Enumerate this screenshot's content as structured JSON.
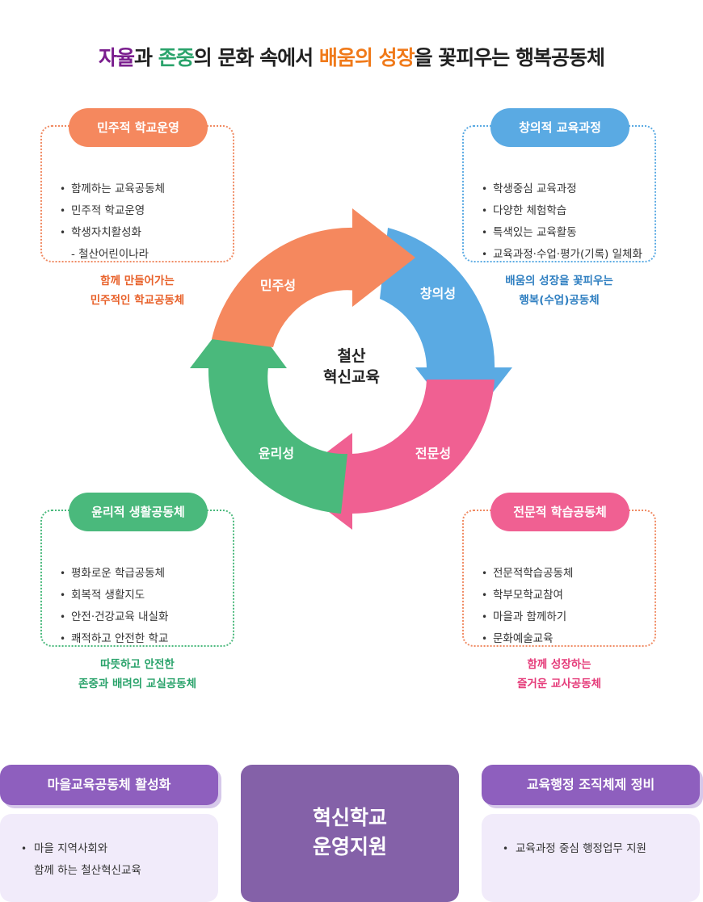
{
  "title": {
    "part1": "자율",
    "part2": "과 ",
    "part3": "존중",
    "part4": "의 문화 속에서 ",
    "part5": "배움의 성장",
    "part6": "을 꽃피우는 행복공동체"
  },
  "colors": {
    "orange": "#f5885e",
    "blue": "#5aaae3",
    "pink": "#f06092",
    "green": "#4ab97c",
    "purple": "#8e5fbe",
    "title_purple": "#7a1e8e",
    "title_green": "#2aa36b",
    "title_orange": "#f07a1a"
  },
  "center": {
    "line1": "철산",
    "line2": "혁신교육"
  },
  "arcs": {
    "orange": "민주성",
    "blue": "창의성",
    "pink": "전문성",
    "green": "윤리성"
  },
  "cards": {
    "top_left": {
      "title": "민주적 학교운영",
      "items": [
        "함께하는 교육공동체",
        "민주적 학교운영",
        "학생자치활성화"
      ],
      "sub": "- 철산어린이나라",
      "slogan1": "함께 만들어가는",
      "slogan2": "민주적인 학교공동체"
    },
    "top_right": {
      "title": "창의적 교육과정",
      "items": [
        "학생중심 교육과정",
        "다양한 체험학습",
        "특색있는 교육활동",
        "교육과정·수업·평가(기록) 일체화"
      ],
      "slogan1": "배움의 성장을 꽃피우는",
      "slogan2": "행복(수업)공동체"
    },
    "bottom_left": {
      "title": "윤리적 생활공동체",
      "items": [
        "평화로운 학급공동체",
        "회복적 생활지도",
        "안전·건강교육 내실화",
        "쾌적하고 안전한 학교"
      ],
      "slogan1": "따뜻하고 안전한",
      "slogan2": "존중과 배려의 교실공동체"
    },
    "bottom_right": {
      "title": "전문적 학습공동체",
      "items": [
        "전문적학습공동체",
        "학부모학교참여",
        "마을과 함께하기",
        "문화예술교육"
      ],
      "slogan1": "함께 성장하는",
      "slogan2": "즐거운 교사공동체"
    }
  },
  "bottom": {
    "left_title": "마을교육공동체 활성화",
    "left_item1": "마을 지역사회와",
    "left_item2": "함께 하는 철산혁신교육",
    "center_line1": "혁신학교",
    "center_line2": "운영지원",
    "right_title": "교육행정 조직체제 정비",
    "right_item": "교육과정 중심 행정업무 지원"
  }
}
